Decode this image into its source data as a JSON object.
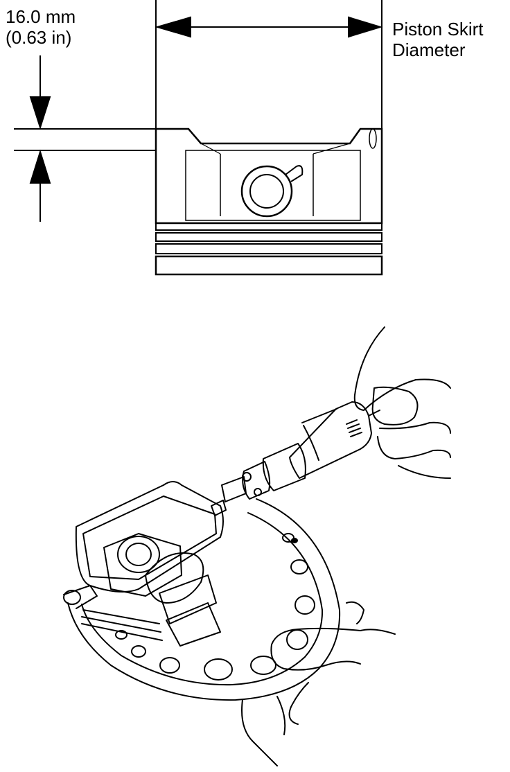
{
  "labels": {
    "measurement_mm": "16.0 mm",
    "measurement_in": "(0.63 in)",
    "skirt_line1": "Piston Skirt",
    "skirt_line2": "Diameter"
  },
  "colors": {
    "ink": "#000000",
    "paper": "#ffffff"
  }
}
